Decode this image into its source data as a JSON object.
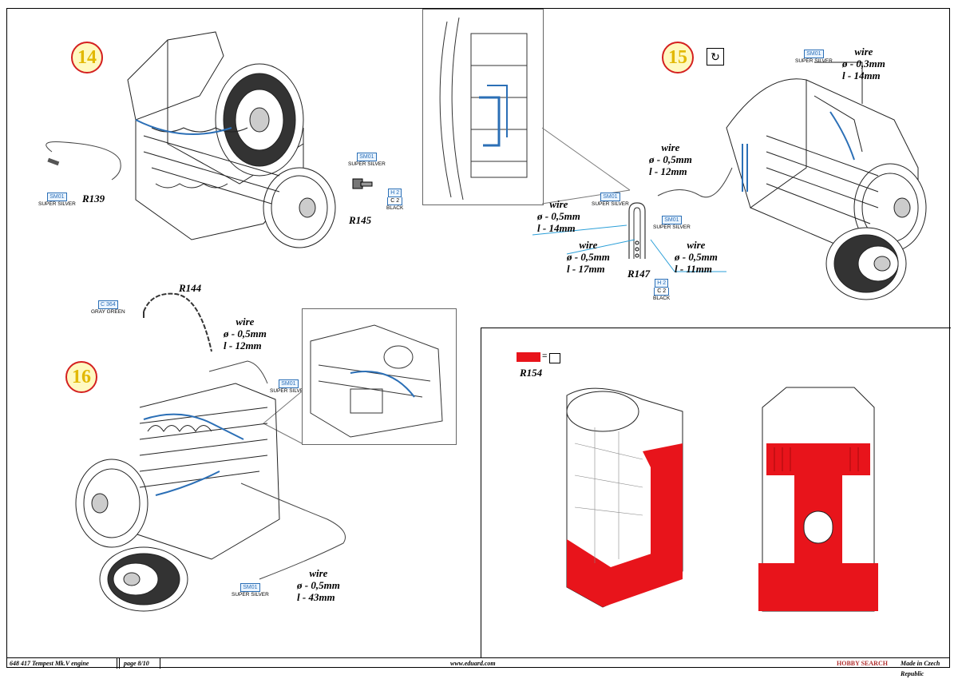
{
  "steps": {
    "step14": "14",
    "step15": "15",
    "step16": "16"
  },
  "parts": {
    "r139": "R139",
    "r145": "R145",
    "r147": "R147",
    "r144": "R144",
    "r154": "R154"
  },
  "colors_callouts": {
    "sm01_code": "SM01",
    "sm01_name": "SUPER SILVER",
    "h2_code": "H 2",
    "c2_code": "C 2",
    "black_name": "BLACK",
    "c364_code": "C 364",
    "graygreen_name": "GRAY GREEN"
  },
  "wires": {
    "w15_top": {
      "label": "wire",
      "dia": "ø - 0,3mm",
      "len": "l - 14mm"
    },
    "w15_mid": {
      "label": "wire",
      "dia": "ø - 0,5mm",
      "len": "l - 12mm"
    },
    "w15_a": {
      "label": "wire",
      "dia": "ø - 0,5mm",
      "len": "l - 14mm"
    },
    "w15_b": {
      "label": "wire",
      "dia": "ø - 0,5mm",
      "len": "l - 17mm"
    },
    "w15_c": {
      "label": "wire",
      "dia": "ø - 0,5mm",
      "len": "l - 11mm"
    },
    "w16_top": {
      "label": "wire",
      "dia": "ø - 0,5mm",
      "len": "l - 12mm"
    },
    "w16_bot": {
      "label": "wire",
      "dia": "ø - 0,5mm",
      "len": "l - 43mm"
    }
  },
  "swatch_color": "#e8141b",
  "accent_blue": "#2b6fb6",
  "step_circle_color": "#d42020",
  "step_number_color": "#e2b800",
  "footer": {
    "kit": "648 417  Tempest Mk.V engine",
    "page": "page 8/10",
    "url": "www.eduard.com",
    "made": "Made in Czech Republic",
    "watermark": "HOBBY SEARCH"
  }
}
